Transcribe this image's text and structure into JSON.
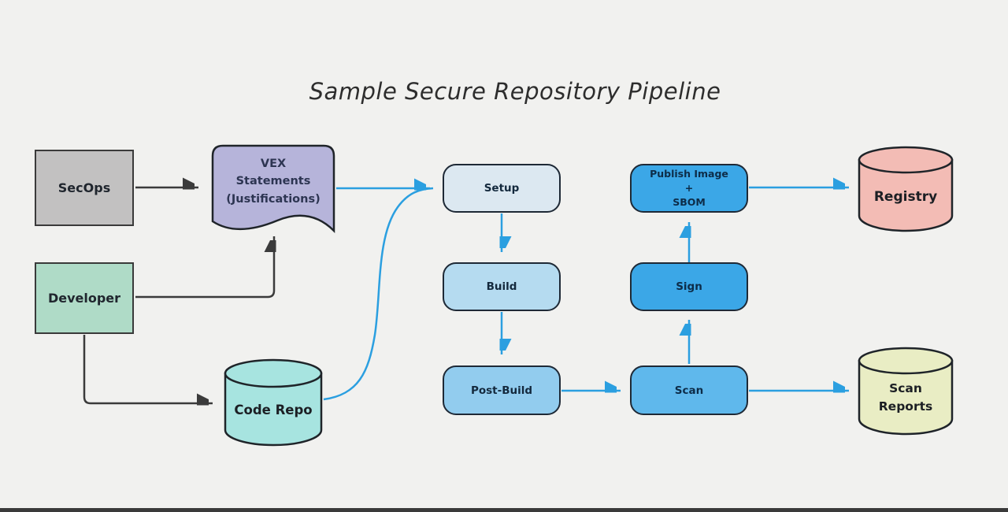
{
  "title": "Sample Secure Repository Pipeline",
  "colors": {
    "background": "#f1f1ef",
    "arrow_dark": "#3b3b3b",
    "arrow_blue": "#2b9fe0",
    "shape_border": "#1f2429",
    "bottom_bar": "#3a3a3a"
  },
  "nodes": {
    "secops": {
      "label": "SecOps",
      "shape": "rectangle",
      "fill": "#c2c1c1"
    },
    "developer": {
      "label": "Developer",
      "shape": "rectangle",
      "fill": "#afdbc7"
    },
    "vex": {
      "line1": "VEX",
      "line2": "Statements",
      "line3": "(Justifications)",
      "shape": "document",
      "fill": "#b6b4da"
    },
    "code_repo": {
      "label": "Code Repo",
      "shape": "cylinder",
      "fill": "#a7e4e0"
    },
    "setup": {
      "label": "Setup",
      "shape": "rounded",
      "fill": "#dce8f1"
    },
    "build": {
      "label": "Build",
      "shape": "rounded",
      "fill": "#b5dbf0"
    },
    "post_build": {
      "label": "Post-Build",
      "shape": "rounded",
      "fill": "#92ccee"
    },
    "publish": {
      "line1": "Publish Image",
      "line2": "+",
      "line3": "SBOM",
      "shape": "rounded",
      "fill": "#3ba7e7"
    },
    "sign": {
      "label": "Sign",
      "shape": "rounded",
      "fill": "#3ba7e7"
    },
    "scan": {
      "label": "Scan",
      "shape": "rounded",
      "fill": "#5fb8ec"
    },
    "registry": {
      "label": "Registry",
      "shape": "cylinder",
      "fill": "#f3bcb5"
    },
    "scan_reports": {
      "line1": "Scan",
      "line2": "Reports",
      "shape": "cylinder",
      "fill": "#e9edc4"
    }
  },
  "edges": [
    {
      "from": "secops",
      "to": "vex",
      "style": "dark"
    },
    {
      "from": "developer",
      "to": "vex",
      "style": "dark"
    },
    {
      "from": "developer",
      "to": "code_repo",
      "style": "dark"
    },
    {
      "from": "vex",
      "to": "setup",
      "style": "blue"
    },
    {
      "from": "code_repo",
      "to": "setup",
      "style": "blue"
    },
    {
      "from": "setup",
      "to": "build",
      "style": "blue"
    },
    {
      "from": "build",
      "to": "post_build",
      "style": "blue"
    },
    {
      "from": "post_build",
      "to": "scan",
      "style": "blue"
    },
    {
      "from": "scan",
      "to": "sign",
      "style": "blue"
    },
    {
      "from": "sign",
      "to": "publish",
      "style": "blue"
    },
    {
      "from": "publish",
      "to": "registry",
      "style": "blue"
    },
    {
      "from": "scan",
      "to": "scan_reports",
      "style": "blue"
    }
  ]
}
